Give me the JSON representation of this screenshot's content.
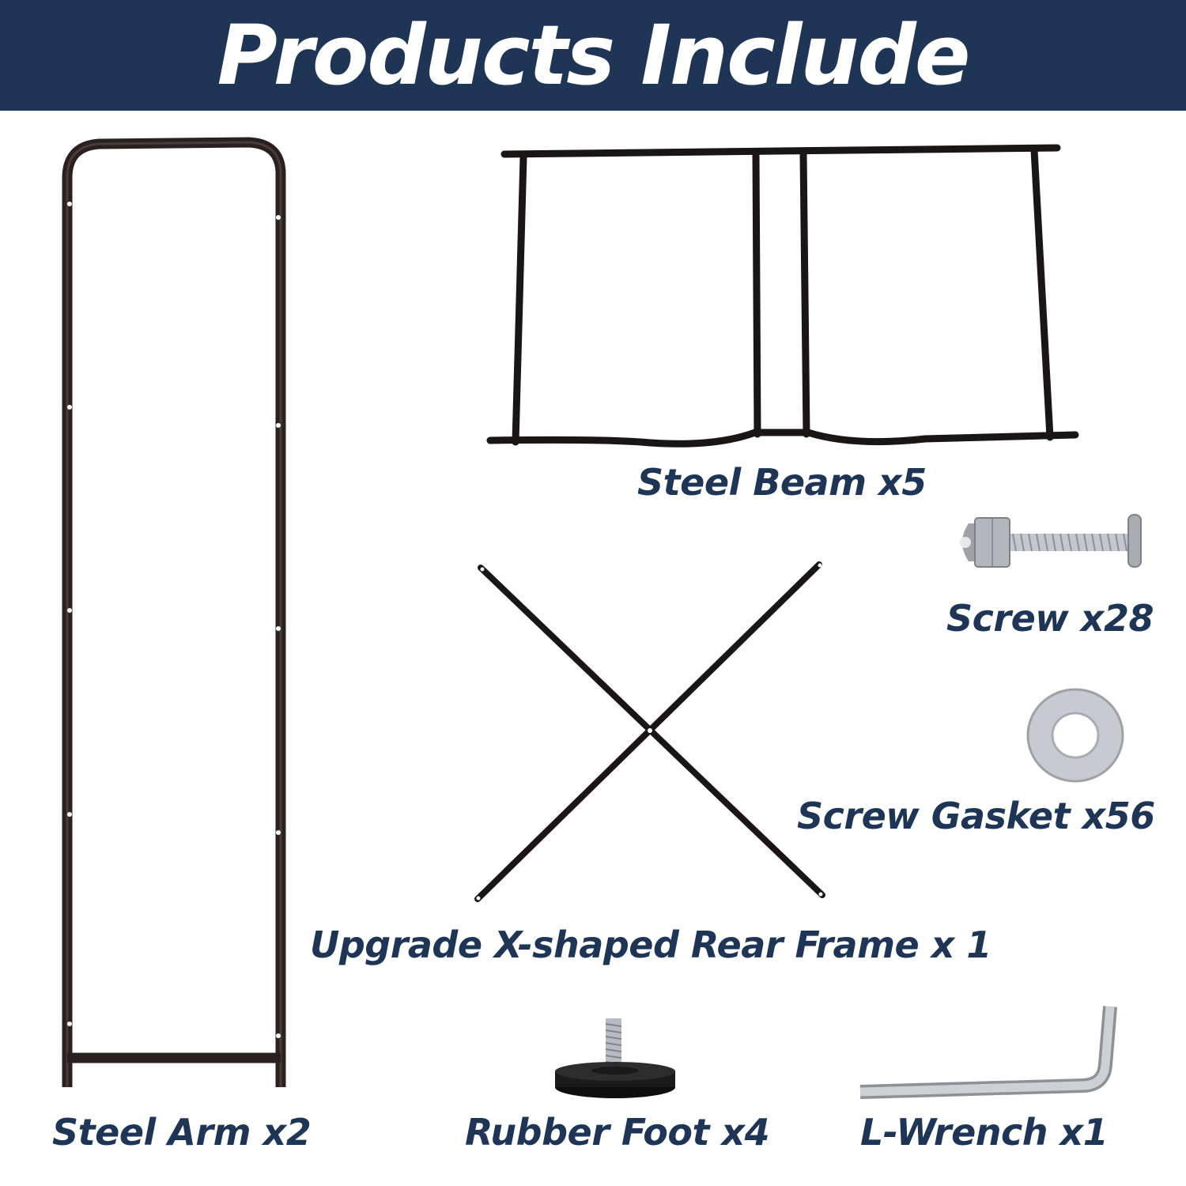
{
  "title": "Products Include",
  "colors": {
    "banner_bg": "#1e3556",
    "label_text": "#1e3556",
    "frame_metal": "#1a1616",
    "zinc": "#b9bdc2"
  },
  "items": {
    "steel_arm": {
      "label": "Steel Arm x2",
      "icon": "steel-arm-frame"
    },
    "steel_beam": {
      "label": "Steel Beam x5",
      "icon": "steel-beam-frame"
    },
    "screw": {
      "label": "Screw x28",
      "icon": "screw-bolt"
    },
    "gasket": {
      "label": "Screw Gasket x56",
      "icon": "washer"
    },
    "rear_frame": {
      "label": "Upgrade X-shaped Rear Frame x 1",
      "icon": "x-frame"
    },
    "rubber_foot": {
      "label": "Rubber Foot x4",
      "icon": "leveling-foot"
    },
    "wrench": {
      "label": "L-Wrench x1",
      "icon": "allen-key"
    }
  }
}
